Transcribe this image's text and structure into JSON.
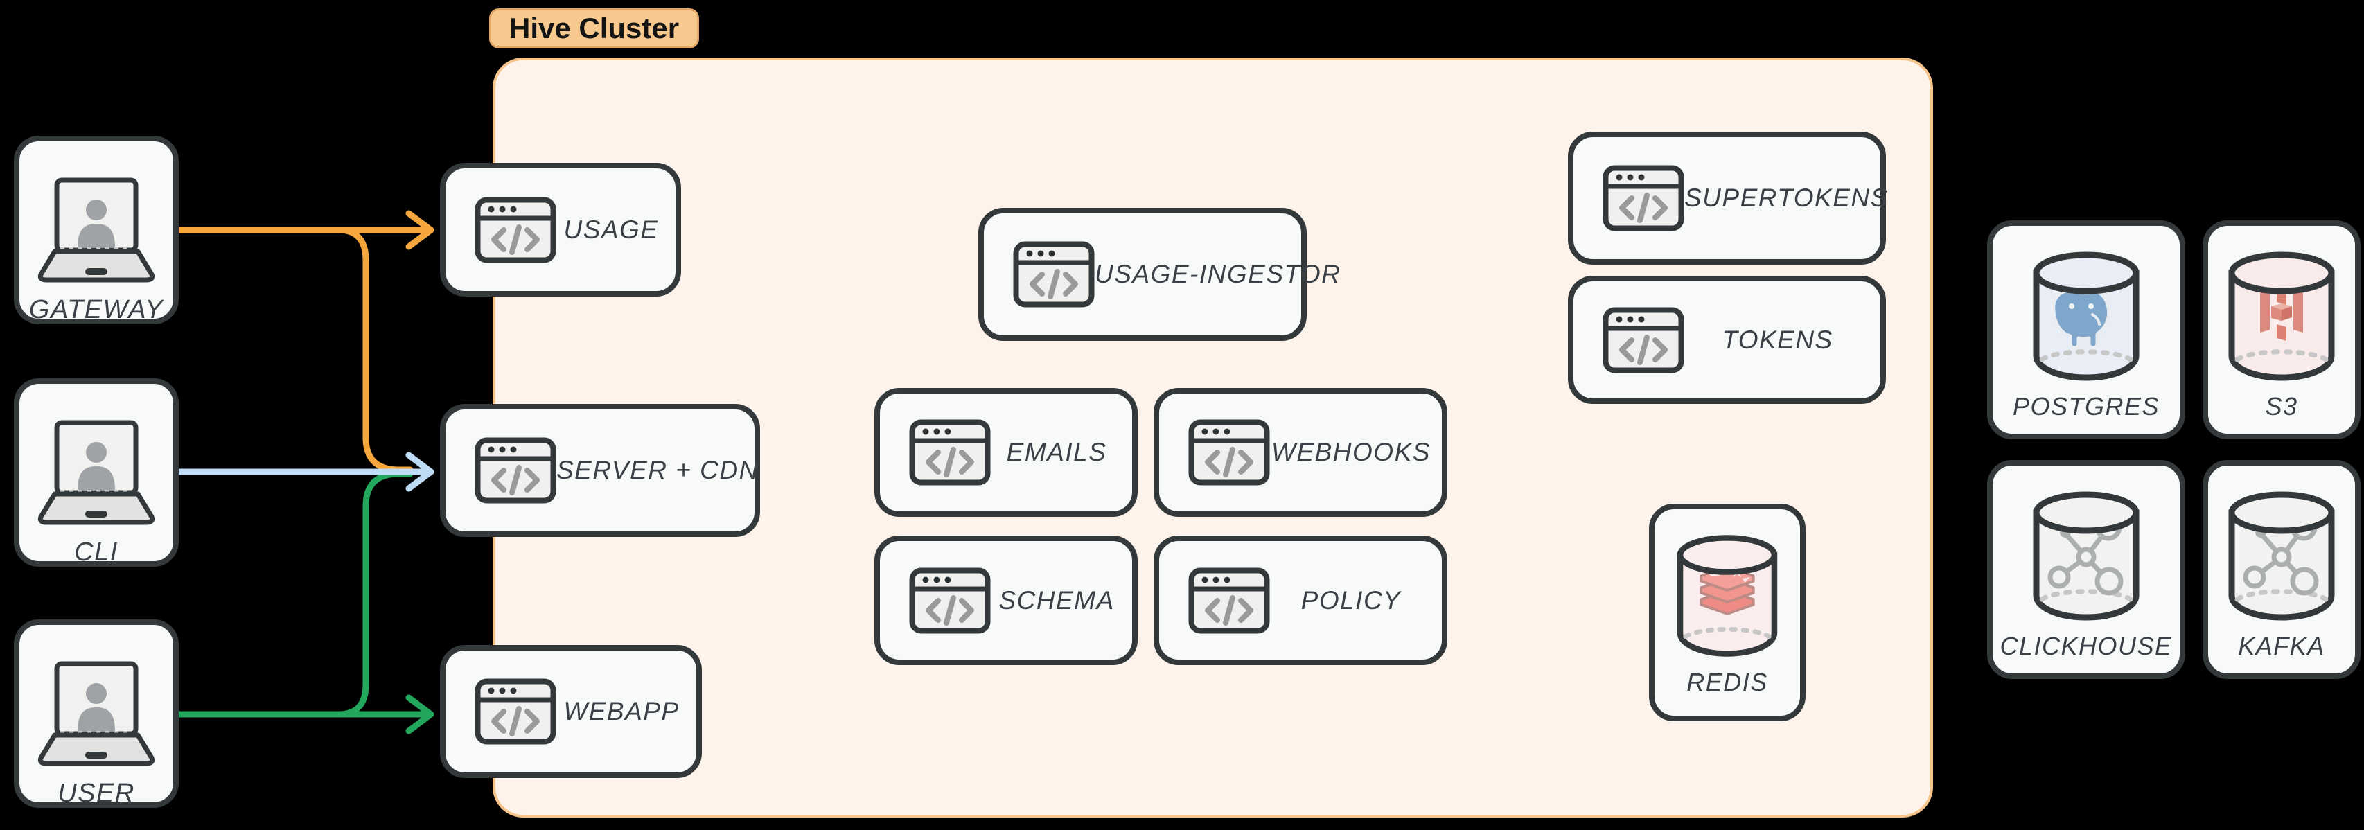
{
  "colors": {
    "background": "#000000",
    "cluster_fill": "#FDF3EB",
    "cluster_border": "#F6C58C",
    "label_fill": "#F8C98E",
    "node_fill": "#F8FAF9",
    "node_border": "#33393B",
    "arrow_orange": "#F5A63D",
    "arrow_blue": "#BFDCF7",
    "arrow_green": "#22A75D"
  },
  "clients": [
    {
      "id": "gateway",
      "label": "GATEWAY"
    },
    {
      "id": "cli",
      "label": "CLI"
    },
    {
      "id": "user",
      "label": "USER"
    }
  ],
  "cluster": {
    "label": "Hive Cluster",
    "services": [
      {
        "id": "usage",
        "label": "USAGE"
      },
      {
        "id": "server-cdn",
        "label": "SERVER + CDN"
      },
      {
        "id": "webapp",
        "label": "WEBAPP"
      },
      {
        "id": "usage-ingestor",
        "label": "USAGE-INGESTOR"
      },
      {
        "id": "emails",
        "label": "EMAILS"
      },
      {
        "id": "webhooks",
        "label": "WEBHOOKS"
      },
      {
        "id": "schema",
        "label": "SCHEMA"
      },
      {
        "id": "policy",
        "label": "POLICY"
      },
      {
        "id": "supertokens",
        "label": "SUPERTOKENS"
      },
      {
        "id": "tokens",
        "label": "TOKENS"
      }
    ],
    "datastores": [
      {
        "id": "redis",
        "label": "REDIS"
      }
    ]
  },
  "external_datastores": [
    {
      "id": "postgres",
      "label": "POSTGRES"
    },
    {
      "id": "s3",
      "label": "S3"
    },
    {
      "id": "clickhouse",
      "label": "CLICKHOUSE"
    },
    {
      "id": "kafka",
      "label": "KAFKA"
    }
  ],
  "edges": [
    {
      "from": "GATEWAY",
      "to": "USAGE",
      "color": "orange"
    },
    {
      "from": "GATEWAY",
      "to": "SERVER + CDN",
      "color": "orange"
    },
    {
      "from": "CLI",
      "to": "SERVER + CDN",
      "color": "blue"
    },
    {
      "from": "USER",
      "to": "SERVER + CDN",
      "color": "green"
    },
    {
      "from": "USER",
      "to": "WEBAPP",
      "color": "green"
    }
  ]
}
